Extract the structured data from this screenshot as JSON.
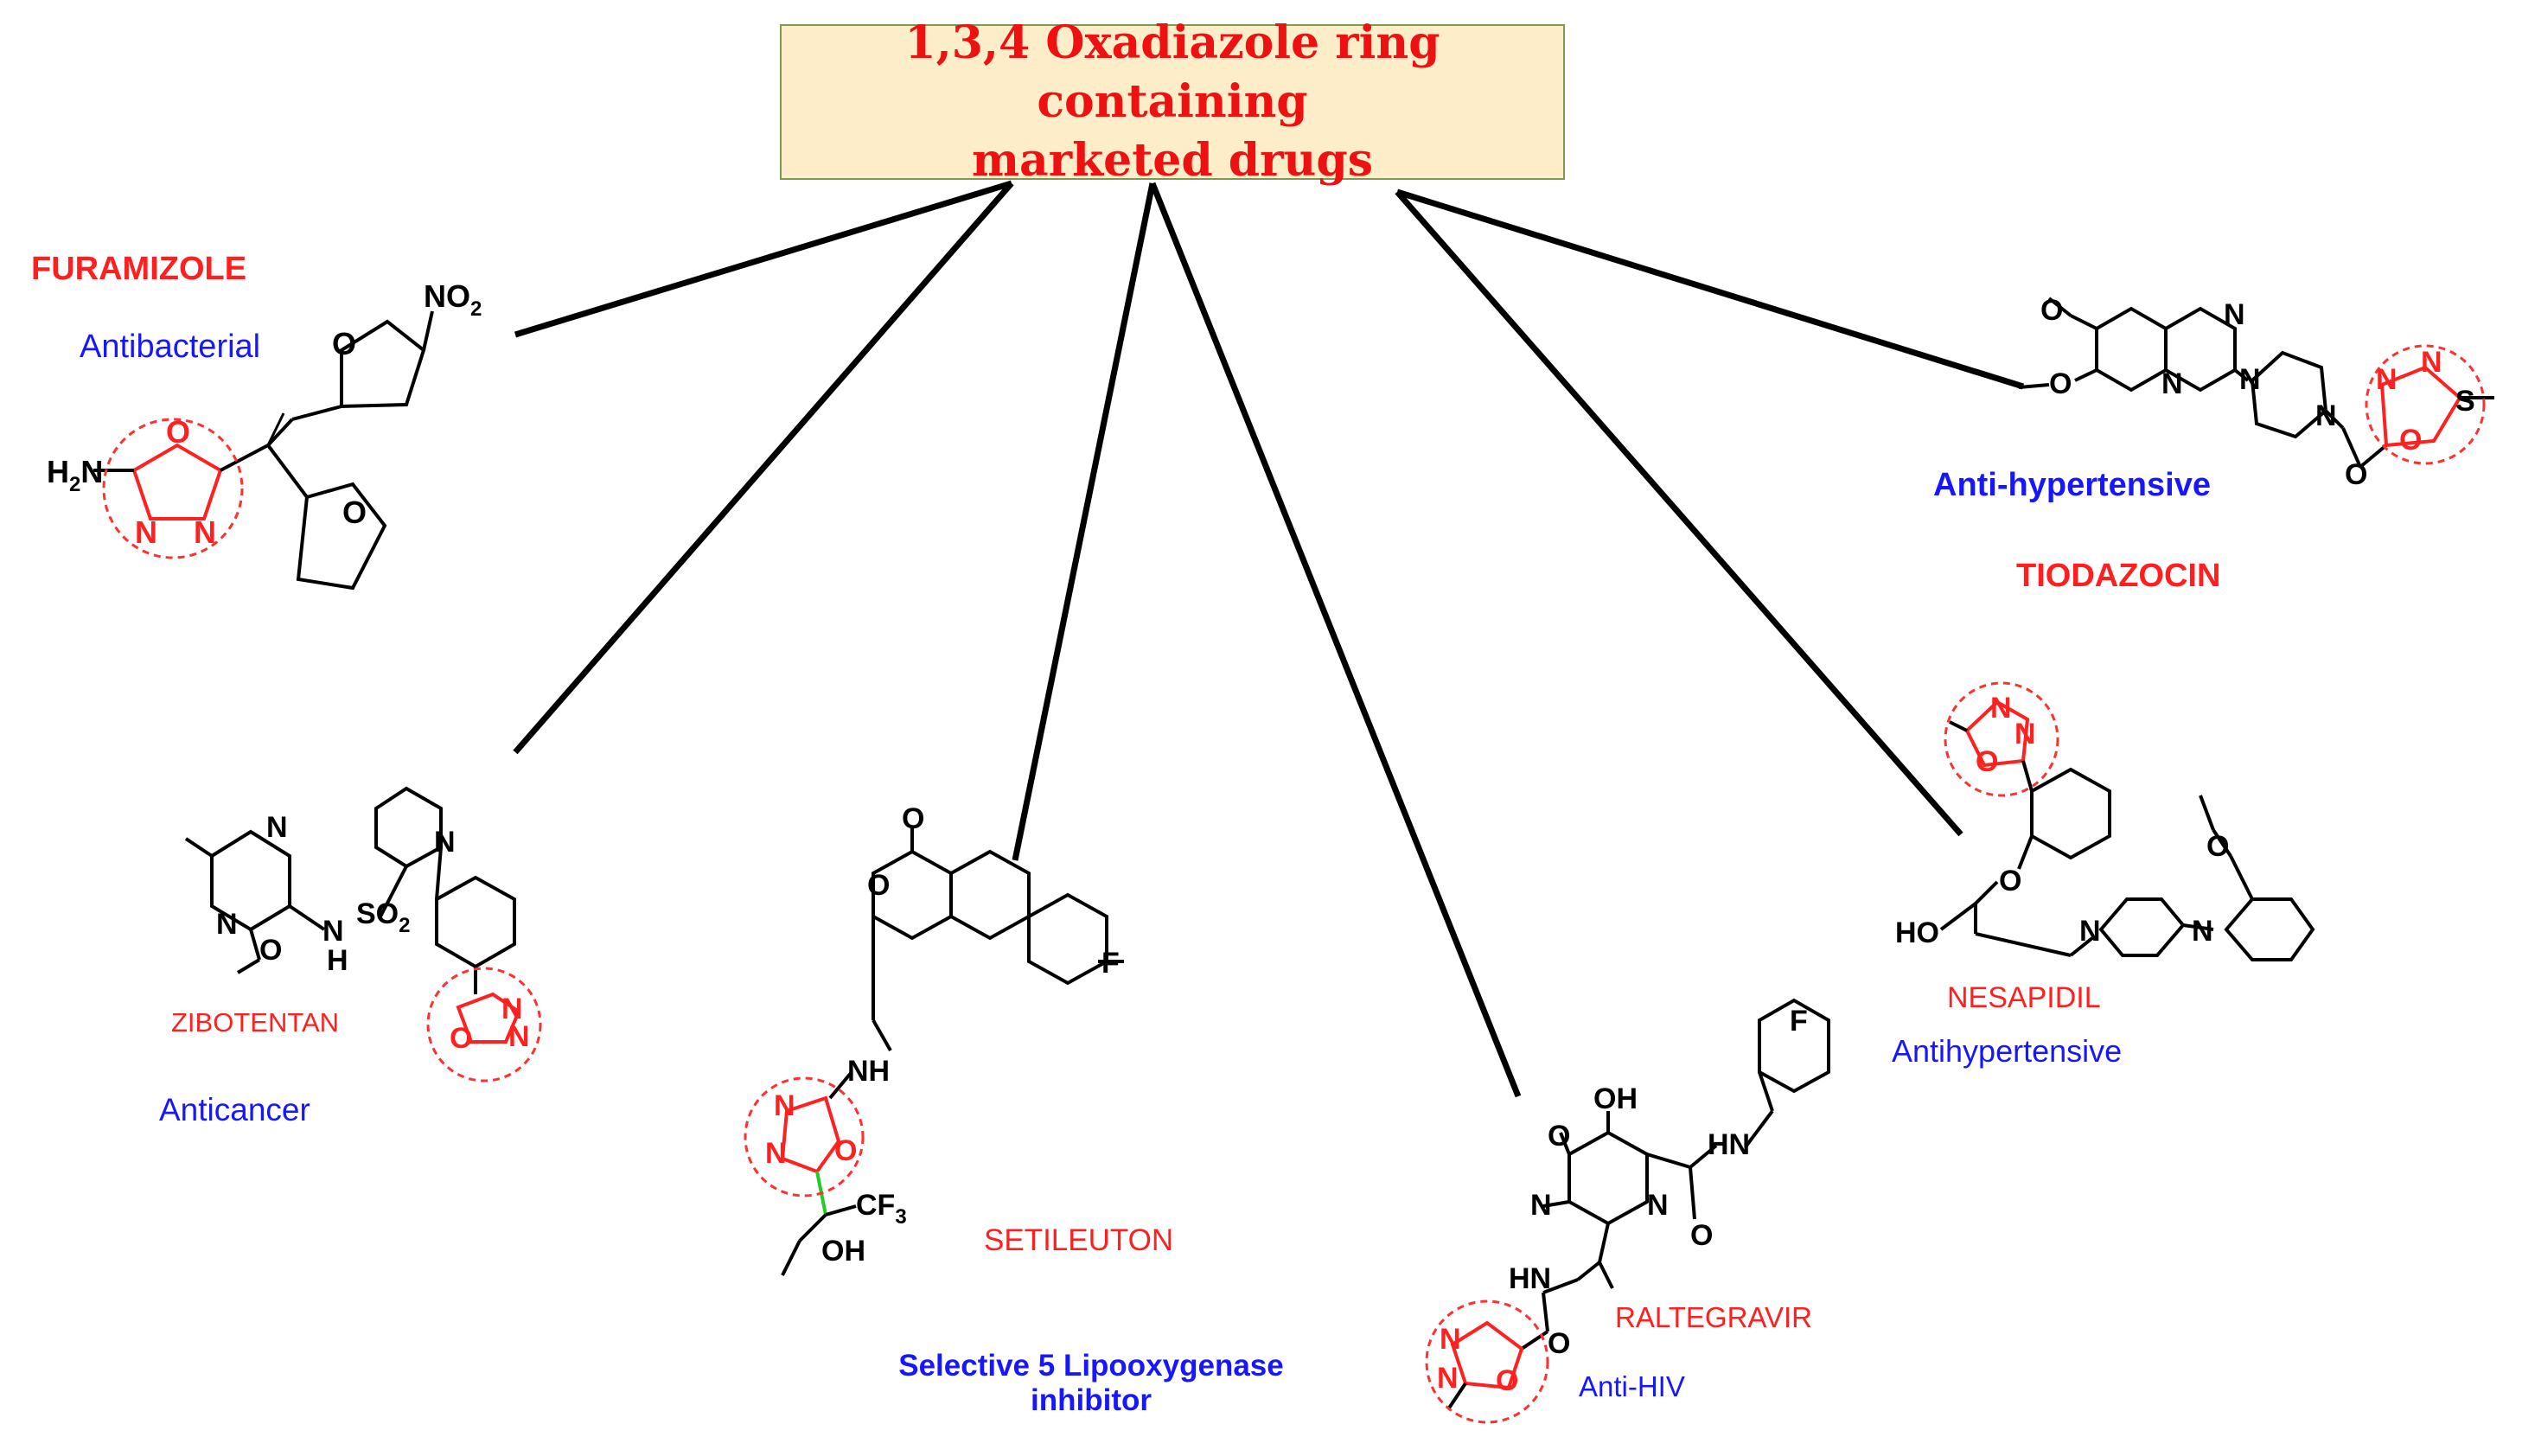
{
  "title": {
    "line1": "1,3,4 Oxadiazole ring containing",
    "line2": "marketed drugs"
  },
  "colors": {
    "drug_name": "#ff1f1f",
    "activity": "#1717ff",
    "title_text": "#ee1111",
    "title_box_fill": "#fdeec9",
    "title_box_border": "#7d9a4e",
    "highlight_circle": "#ff3030",
    "structure": "#000000"
  },
  "drugs": [
    {
      "name": "FURAMIZOLE",
      "activity": "Antibacterial"
    },
    {
      "name": "ZIBOTENTAN",
      "activity": "Anticancer"
    },
    {
      "name": "SETILEUTON",
      "activity_line1": "Selective 5 Lipooxygenase",
      "activity_line2": "inhibitor"
    },
    {
      "name": "RALTEGRAVIR",
      "activity": "Anti-HIV"
    },
    {
      "name": "NESAPIDIL",
      "activity": "Antihypertensive"
    },
    {
      "name": "TIODAZOCIN",
      "activity": "Anti-hypertensive"
    }
  ],
  "atom_labels": {
    "nitro": "NO",
    "nitro_sub": "2",
    "amine": "H",
    "amine_sub": "2",
    "amine_n": "N",
    "n": "N",
    "o": "O",
    "h": "H",
    "nh": "NH",
    "hn": "HN",
    "so2": "SO",
    "so2_sub": "2",
    "f": "F",
    "oh": "OH",
    "ho": "HO",
    "cf3": "CF",
    "cf3_sub": "3",
    "s": "S"
  },
  "icons": [
    "oxadiazole-highlight-circle",
    "bond-line",
    "connector-line"
  ]
}
